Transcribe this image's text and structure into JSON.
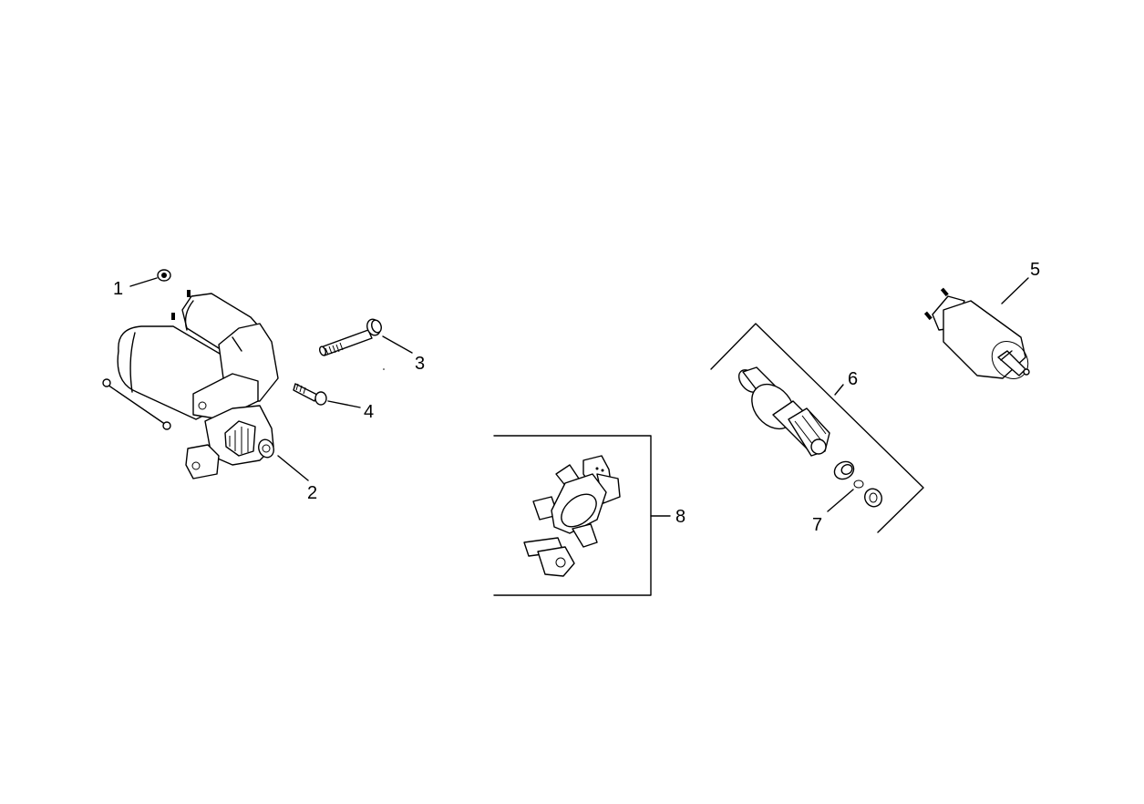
{
  "diagram": {
    "type": "exploded-parts-view",
    "subject": "starter motor assembly",
    "background": "#ffffff",
    "line_color": "#000000",
    "callouts": [
      {
        "id": "1",
        "label": "1",
        "part": "nut"
      },
      {
        "id": "2",
        "label": "2",
        "part": "starter motor"
      },
      {
        "id": "3",
        "label": "3",
        "part": "long flange bolt"
      },
      {
        "id": "4",
        "label": "4",
        "part": "short flange bolt"
      },
      {
        "id": "5",
        "label": "5",
        "part": "solenoid"
      },
      {
        "id": "6",
        "label": "6",
        "part": "drive pinion kit (bracketed group)"
      },
      {
        "id": "7",
        "label": "7",
        "part": "retaining ring"
      },
      {
        "id": "8",
        "label": "8",
        "part": "brush holder (bracketed group)"
      }
    ]
  }
}
